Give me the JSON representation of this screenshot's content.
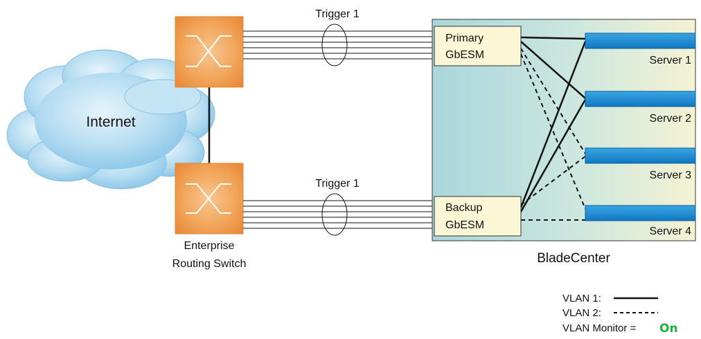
{
  "labels": {
    "trigger_top": "Trigger 1",
    "trigger_bottom": "Trigger 1",
    "internet": "Internet",
    "router_line1": "Enterprise",
    "router_line2": "Routing Switch",
    "bladecenter": "BladeCenter",
    "primary_line1": "Primary",
    "primary_line2": "GbESM",
    "backup_line1": "Backup",
    "backup_line2": "GbESM"
  },
  "servers": [
    "Server 1",
    "Server 2",
    "Server 3",
    "Server 4"
  ],
  "legend": {
    "vlan1": "VLAN 1:",
    "vlan2": "VLAN 2:",
    "monitor": "VLAN Monitor =",
    "monitor_state": "On"
  },
  "colors": {
    "switch_fill": "#f3a24b",
    "server_fill": "#1a8fd6",
    "gbesm_fill": "#fbf6d5",
    "on_green": "#1ab33c"
  }
}
